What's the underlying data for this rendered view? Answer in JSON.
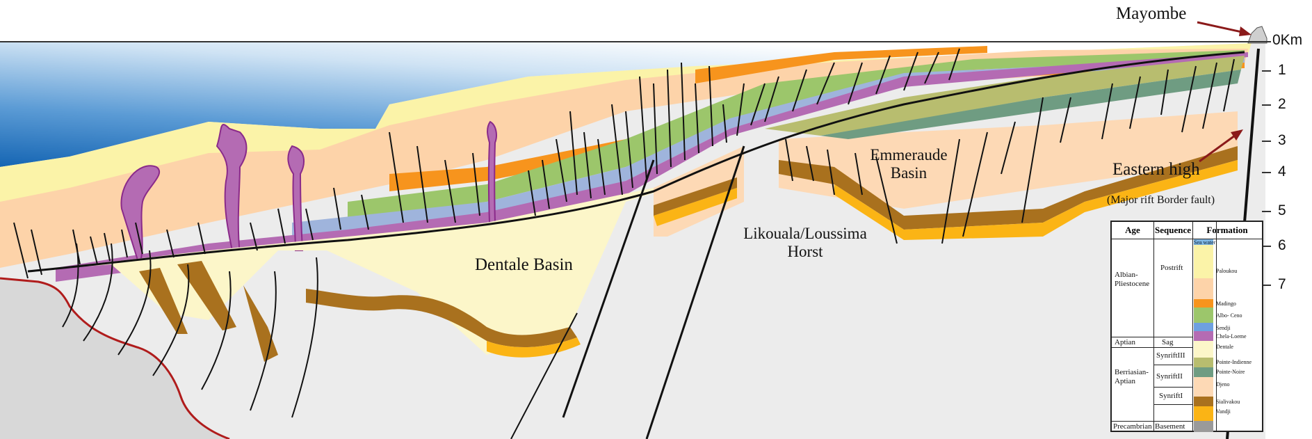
{
  "labels": {
    "mayombe": "Mayombe",
    "eastern_high": "Eastern high",
    "eastern_high_note": "(Major rift Border fault)",
    "dentale_basin": "Dentale Basin",
    "likouala_line1": "Likouala/Loussima",
    "likouala_line2": "Horst",
    "emmeraude_line1": "Emmeraude",
    "emmeraude_line2": "Basin"
  },
  "depth_scale": [
    "0Km",
    "1",
    "2",
    "3",
    "4",
    "5",
    "6",
    "7"
  ],
  "legend": {
    "headers": {
      "age": "Age",
      "sequence": "Sequence",
      "formation": "Formation"
    },
    "ages": [
      "Albian-Pliestocene",
      "Aptian",
      "Berriasian-Aptian",
      "Precambrian"
    ],
    "sequences": [
      "Postrift",
      "Sag",
      "SynriftIII",
      "SynriftII",
      "SynriftI",
      "Basement"
    ],
    "formations": [
      "Sea water",
      "Paloukou",
      "Madingo",
      "Albo- Ceno",
      "Sendji",
      "Chela-Loeme",
      "Dentale",
      "Pointe-Indienne",
      "Pointe-Noire",
      "Djeno",
      "Sialivakou",
      "Vandji"
    ]
  },
  "colors": {
    "sea_deep": "#1f6fb8",
    "paloukou": "#fbf3a8",
    "paloukou_lower": "#fdd3a9",
    "madingo": "#f7941d",
    "albo_ceno": "#9cc66b",
    "sendji": "#9fb4dc",
    "chela_loeme": "#b46bb3",
    "dentale": "#fcf6c9",
    "pointe_noire": "#6f9c82",
    "djeno": "#fdd9b5",
    "sialivakou": "#a9711e",
    "vandji": "#fbb415",
    "basement": "#d8d8d8",
    "border_fault": "#b01c1c"
  }
}
